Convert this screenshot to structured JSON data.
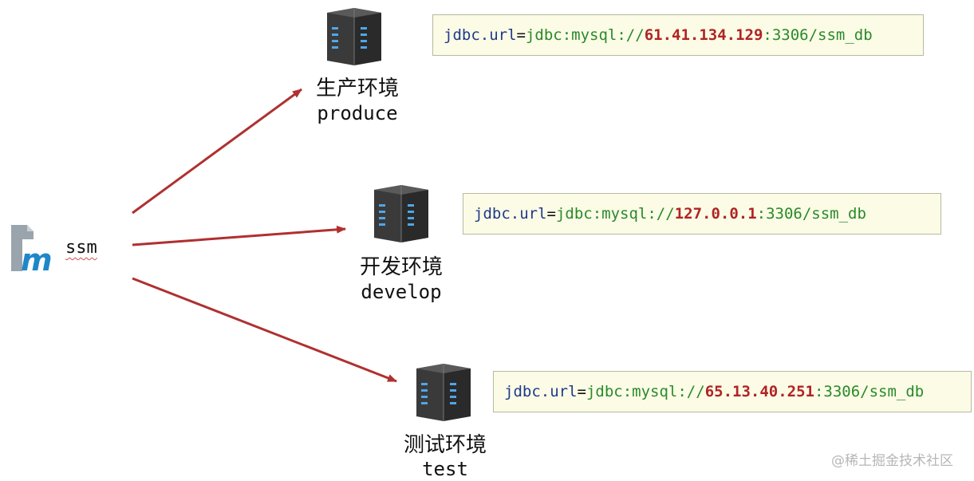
{
  "project": {
    "name": "ssm"
  },
  "environments": [
    {
      "name_cn": "生产环境",
      "name_en": "produce",
      "config": {
        "key": "jdbc.url",
        "eq": "=",
        "prefix": "jdbc:mysql://",
        "ip": "61.41.134.129",
        "suffix": ":3306/ssm_db"
      }
    },
    {
      "name_cn": "开发环境",
      "name_en": "develop",
      "config": {
        "key": "jdbc.url",
        "eq": "=",
        "prefix": "jdbc:mysql://",
        "ip": "127.0.0.1",
        "suffix": ":3306/ssm_db"
      }
    },
    {
      "name_cn": "测试环境",
      "name_en": "test",
      "config": {
        "key": "jdbc.url",
        "eq": "=",
        "prefix": "jdbc:mysql://",
        "ip": "65.13.40.251",
        "suffix": ":3306/ssm_db"
      }
    }
  ],
  "watermark": "@稀土掘金技术社区",
  "colors": {
    "arrow": "#b03030",
    "config_background": "#fbfbe6",
    "key": "#1f3a8a",
    "value": "#2a8a2a",
    "ip": "#b02424"
  }
}
